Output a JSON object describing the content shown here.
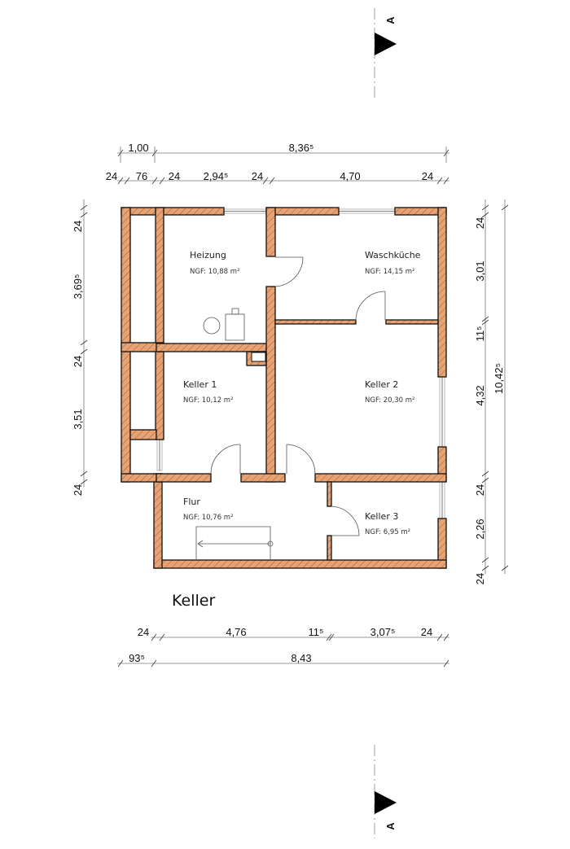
{
  "title": "Keller",
  "section_marker": "A",
  "colors": {
    "wall": "#e8a374",
    "hatch": "#8a4a2a",
    "outline": "#111111"
  },
  "rooms": [
    {
      "name": "Heizung",
      "area": "NGF: 10,88 m²"
    },
    {
      "name": "Waschküche",
      "area": "NGF:  14,15 m²"
    },
    {
      "name": "Keller 1",
      "area": "NGF: 10,12 m²"
    },
    {
      "name": "Keller 2",
      "area": "NGF: 20,30 m²"
    },
    {
      "name": "Flur",
      "area": "NGF: 10,76 m²"
    },
    {
      "name": "Keller 3",
      "area": "NGF: 6,95 m²"
    }
  ],
  "dims": {
    "top_overall": [
      "1,00",
      "8,36⁵"
    ],
    "top_detail": [
      "24",
      "76",
      "24",
      "2,94⁵",
      "24",
      "4,70",
      "24"
    ],
    "left": [
      "24",
      "3,69⁵",
      "24",
      "3,51",
      "24"
    ],
    "right_detail": [
      "24",
      "3,01",
      "11⁵",
      "4,32",
      "24",
      "2,26",
      "24"
    ],
    "right_overall": [
      "10,42⁵"
    ],
    "bottom_detail": [
      "24",
      "4,76",
      "11⁵",
      "3,07⁵",
      "24"
    ],
    "bottom_overall": [
      "93⁵",
      "8,43"
    ]
  }
}
